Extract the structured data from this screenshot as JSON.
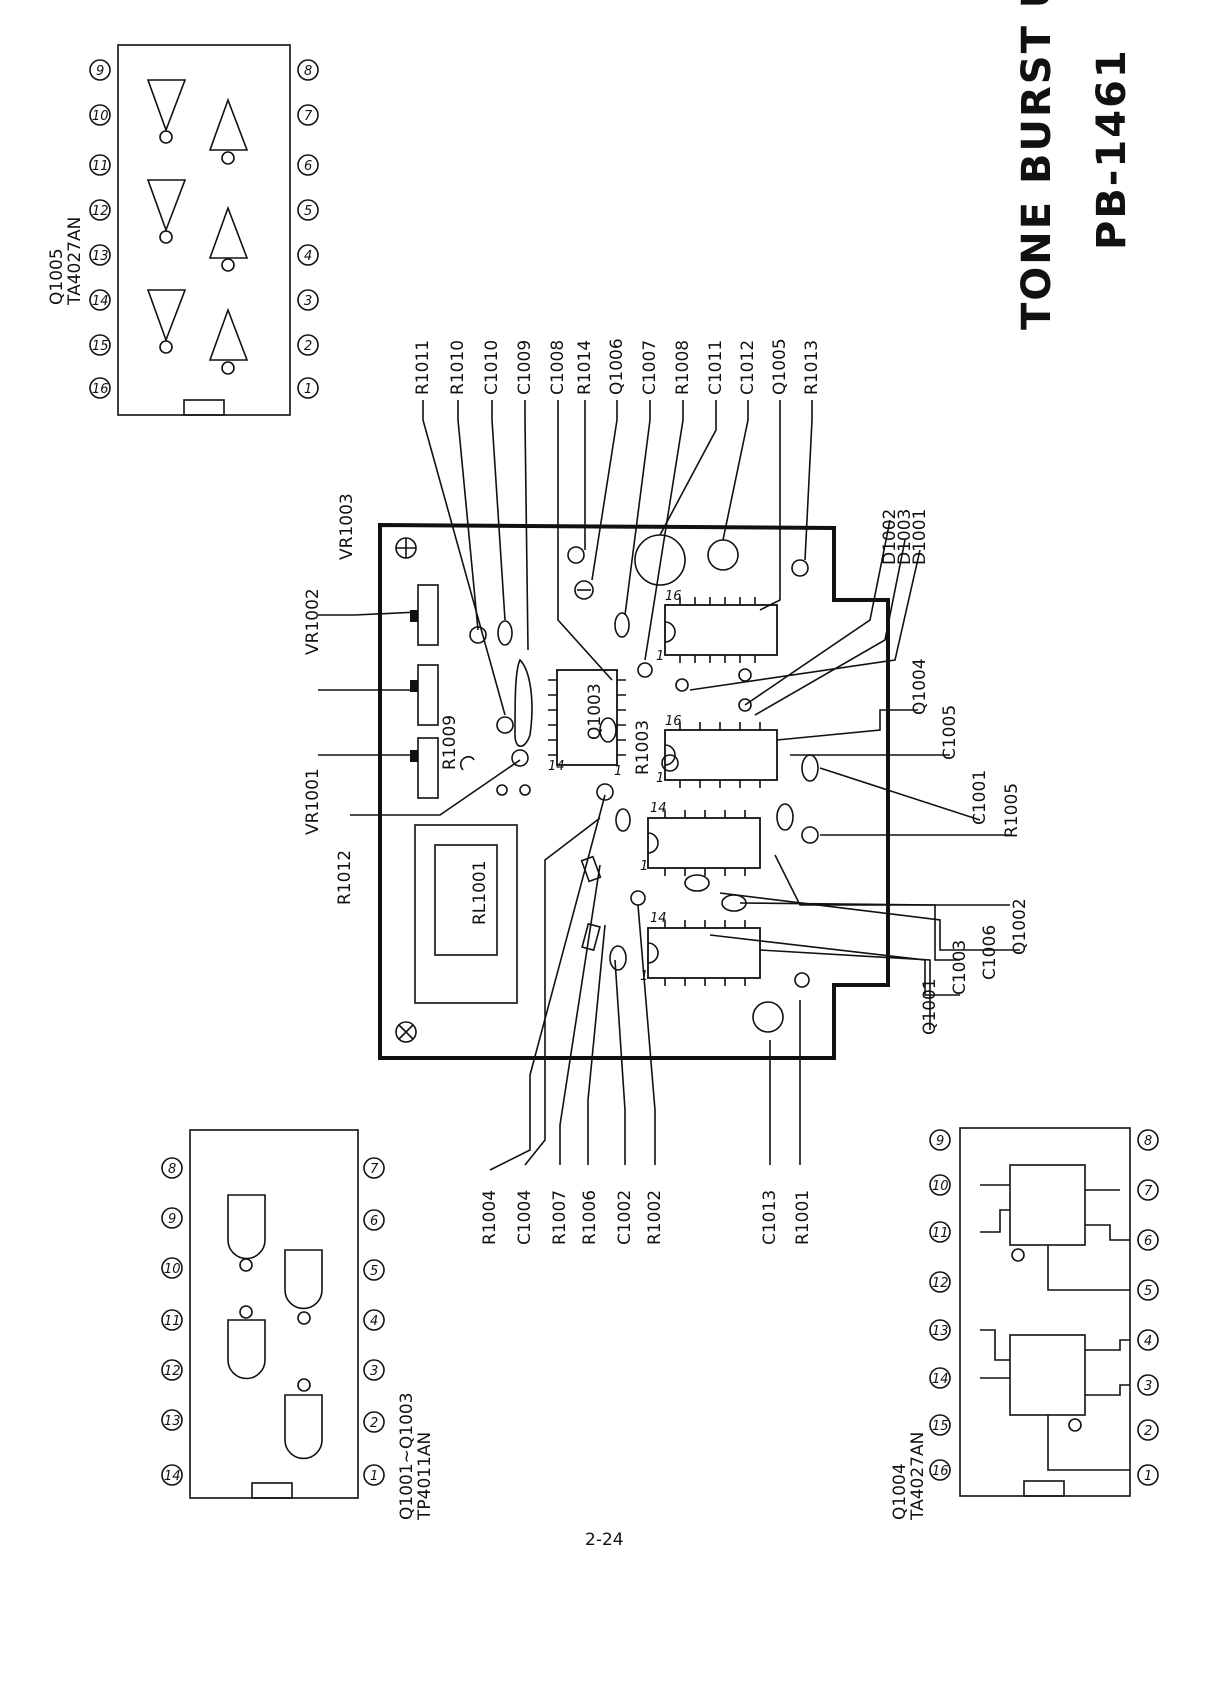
{
  "title": {
    "line1": "TONE BURST UNIT",
    "line2": "PB-1461"
  },
  "page_number": "2-24",
  "chips": {
    "q1005": {
      "name": "Q1005",
      "part": "TA4027AN",
      "pins_top": [
        "9",
        "10",
        "11",
        "12",
        "13",
        "14",
        "15",
        "16"
      ],
      "pins_bottom": [
        "8",
        "7",
        "6",
        "5",
        "4",
        "3",
        "2",
        "1"
      ]
    },
    "q1001": {
      "name": "Q1001~Q1003",
      "part": "TP4011AN",
      "pins_top": [
        "8",
        "9",
        "10",
        "11",
        "12",
        "13",
        "14"
      ],
      "pins_bottom": [
        "7",
        "6",
        "5",
        "4",
        "3",
        "2",
        "1"
      ]
    },
    "q1004": {
      "name": "Q1004",
      "part": "TA4027AN",
      "pins_top": [
        "9",
        "10",
        "11",
        "12",
        "13",
        "14",
        "15",
        "16"
      ],
      "pins_bottom": [
        "8",
        "7",
        "6",
        "5",
        "4",
        "3",
        "2",
        "1"
      ]
    }
  },
  "board": {
    "relay": "RL1001",
    "ic_q1003": "Q1003",
    "pin1": "1",
    "pin14": "14",
    "pin16": "16"
  },
  "labels_top": [
    "R1011",
    "R1010",
    "C1010",
    "C1009",
    "C1008",
    "R1014",
    "Q1006",
    "C1007",
    "R1008",
    "C1011",
    "C1012",
    "Q1005",
    "R1013"
  ],
  "labels_bottom": [
    "R1004",
    "C1004",
    "R1007",
    "R1006",
    "C1002",
    "R1002",
    "C1013",
    "R1001"
  ],
  "labels_left": [
    "VR1003",
    "VR1002",
    "VR1001",
    "R1012",
    "R1009"
  ],
  "labels_right": [
    "D1002",
    "D1003",
    "D1001",
    "Q1004",
    "C1005",
    "C1001",
    "R1005",
    "Q1002",
    "C1006",
    "C1003",
    "Q1001"
  ],
  "label_r1003": "R1003"
}
